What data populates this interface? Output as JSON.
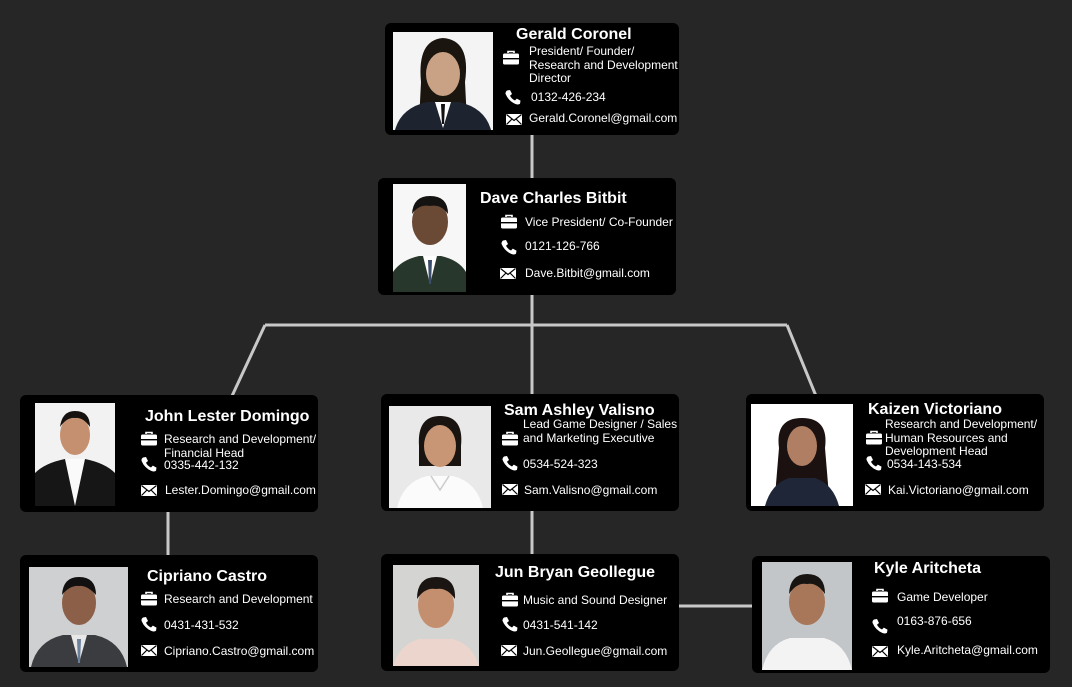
{
  "members": {
    "gerald": {
      "name": "Gerald Coronel",
      "role": "President/ Founder/ Research and Development Director",
      "phone": "0132-426-234",
      "email": "Gerald.Coronel@gmail.com"
    },
    "dave": {
      "name": "Dave Charles Bitbit",
      "role": "Vice President/ Co-Founder",
      "phone": "0121-126-766",
      "email": "Dave.Bitbit@gmail.com"
    },
    "john": {
      "name": "John Lester Domingo",
      "role": "Research and Development/ Financial Head",
      "phone": "0335-442-132",
      "email": "Lester.Domingo@gmail.com"
    },
    "sam": {
      "name": "Sam Ashley Valisno",
      "role": "Lead Game Designer / Sales and Marketing Executive",
      "phone": "0534-524-323",
      "email": "Sam.Valisno@gmail.com"
    },
    "kaizen": {
      "name": "Kaizen Victoriano",
      "role": "Research and Development/ Human Resources and Development Head",
      "phone": "0534-143-534",
      "email": "Kai.Victoriano@gmail.com"
    },
    "cipriano": {
      "name": "Cipriano Castro",
      "role": "Research and Development",
      "phone": "0431-431-532",
      "email": "Cipriano.Castro@gmail.com"
    },
    "jun": {
      "name": "Jun Bryan Geollegue",
      "role": "Music and Sound Designer",
      "phone": "0431-541-142",
      "email": "Jun.Geollegue@gmail.com"
    },
    "kyle": {
      "name": "Kyle Aritcheta",
      "role": "Game Developer",
      "phone": "0163-876-656",
      "email": "Kyle.Aritcheta@gmail.com"
    }
  },
  "icons": {
    "role": "briefcase-icon",
    "phone": "phone-icon",
    "email": "envelope-icon"
  },
  "colors": {
    "background": "#262626",
    "card": "#000000",
    "connector": "#c8c8c8",
    "text": "#ffffff"
  }
}
